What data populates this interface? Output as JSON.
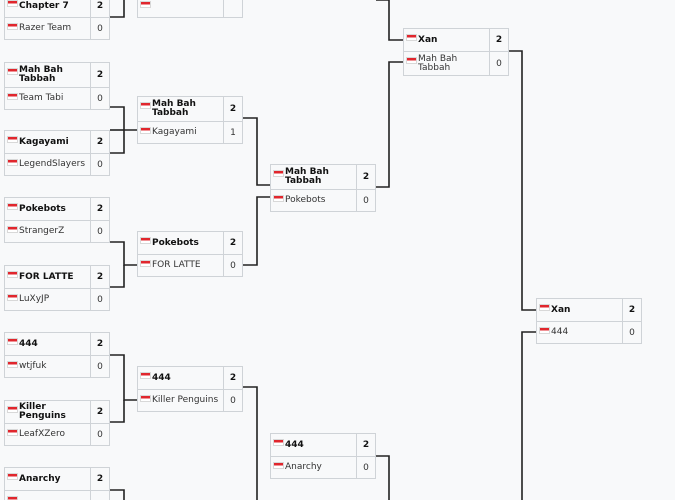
{
  "matches": [
    {
      "id": "r1m0",
      "teams": [
        {
          "name": "Chapter 7",
          "score": "2",
          "winner": true
        },
        {
          "name": "Razer Team",
          "score": "0",
          "winner": false
        }
      ]
    },
    {
      "id": "r1m1",
      "teams": [
        {
          "name": "Mah Bah Tabbah",
          "score": "2",
          "winner": true
        },
        {
          "name": "Team Tabi",
          "score": "0",
          "winner": false
        }
      ]
    },
    {
      "id": "r1m2",
      "teams": [
        {
          "name": "Kagayami",
          "score": "2",
          "winner": true
        },
        {
          "name": "LegendSlayers",
          "score": "0",
          "winner": false
        }
      ]
    },
    {
      "id": "r1m3",
      "teams": [
        {
          "name": "Pokebots",
          "score": "2",
          "winner": true
        },
        {
          "name": "StrangerZ",
          "score": "0",
          "winner": false
        }
      ]
    },
    {
      "id": "r1m4",
      "teams": [
        {
          "name": "FOR LATTE",
          "score": "2",
          "winner": true
        },
        {
          "name": "LuXyJP",
          "score": "0",
          "winner": false
        }
      ]
    },
    {
      "id": "r1m5",
      "teams": [
        {
          "name": "444",
          "score": "2",
          "winner": true
        },
        {
          "name": "wtjfuk",
          "score": "0",
          "winner": false
        }
      ]
    },
    {
      "id": "r1m6",
      "teams": [
        {
          "name": "Killer Penguins",
          "score": "2",
          "winner": true
        },
        {
          "name": "LeafXZero",
          "score": "0",
          "winner": false
        }
      ]
    },
    {
      "id": "r1m7",
      "teams": [
        {
          "name": "Anarchy",
          "score": "2",
          "winner": true
        },
        {
          "name": "",
          "score": "",
          "winner": false
        }
      ]
    },
    {
      "id": "r2m0",
      "teams": [
        {
          "name": "",
          "score": "",
          "winner": false
        },
        {
          "name": "",
          "score": "",
          "winner": false
        }
      ]
    },
    {
      "id": "r2m1",
      "teams": [
        {
          "name": "Mah Bah Tabbah",
          "score": "2",
          "winner": true
        },
        {
          "name": "Kagayami",
          "score": "1",
          "winner": false
        }
      ]
    },
    {
      "id": "r2m2",
      "teams": [
        {
          "name": "Pokebots",
          "score": "2",
          "winner": true
        },
        {
          "name": "FOR LATTE",
          "score": "0",
          "winner": false
        }
      ]
    },
    {
      "id": "r2m3",
      "teams": [
        {
          "name": "444",
          "score": "2",
          "winner": true
        },
        {
          "name": "Killer Penguins",
          "score": "0",
          "winner": false
        }
      ]
    },
    {
      "id": "r3m0",
      "teams": [
        {
          "name": "Xan",
          "score": "2",
          "winner": true
        },
        {
          "name": "Mah Bah Tabbah",
          "score": "0",
          "winner": false
        }
      ]
    },
    {
      "id": "r3m1",
      "teams": [
        {
          "name": "Mah Bah Tabbah",
          "score": "2",
          "winner": true
        },
        {
          "name": "Pokebots",
          "score": "0",
          "winner": false
        }
      ]
    },
    {
      "id": "r3m2",
      "teams": [
        {
          "name": "444",
          "score": "2",
          "winner": true
        },
        {
          "name": "Anarchy",
          "score": "0",
          "winner": false
        }
      ]
    },
    {
      "id": "r4m0",
      "teams": [
        {
          "name": "Xan",
          "score": "2",
          "winner": true
        },
        {
          "name": "444",
          "score": "0",
          "winner": false
        }
      ]
    }
  ],
  "flag_colors": {
    "top": "#e0262d",
    "bottom": "#ffffff"
  },
  "line_color": "#222222"
}
